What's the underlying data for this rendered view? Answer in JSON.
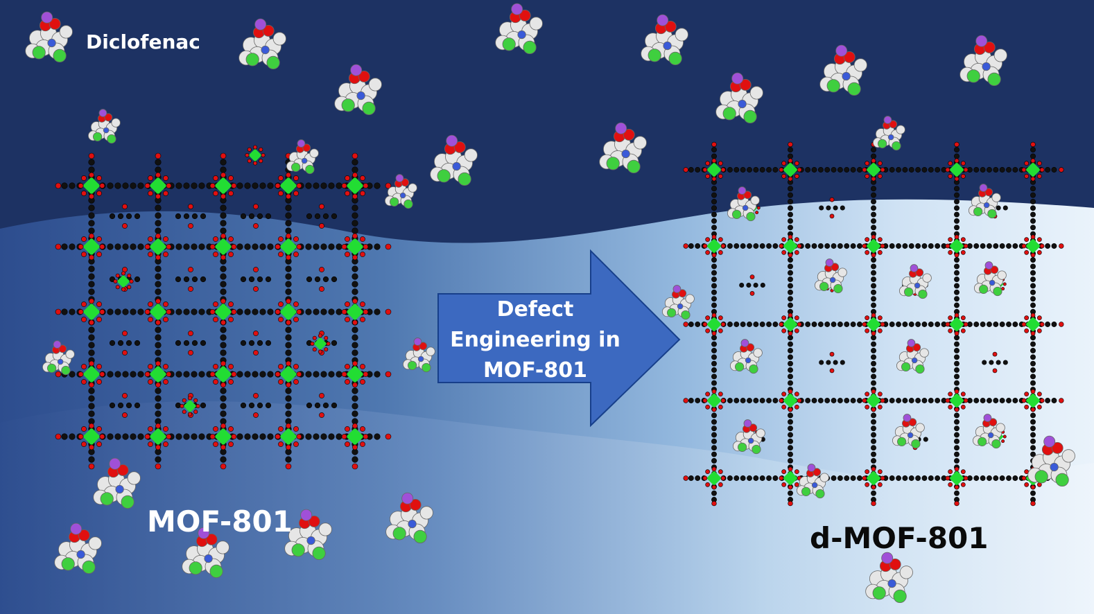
{
  "labels": {
    "drug": "Diclofenac",
    "mof": "MOF-801",
    "defective_mof": "d-MOF-801"
  },
  "arrow": {
    "lines": [
      "Defect",
      "Engineering in",
      "MOF-801"
    ]
  },
  "colors": {
    "background_dark": "#1d3263",
    "wave_mid": "#4f78b0",
    "wave_light": "#e2eef9",
    "arrow_fill": "#3c69c0",
    "zirconium_node": "#22dd33",
    "oxygen": "#e01010",
    "carbon": "#111111",
    "chlorine": "#3fcf3f",
    "nitrogen": "#3a5ad8",
    "sodium": "#a050d8",
    "hydrogen": "#e6e6e6"
  },
  "icons": {
    "framework": "mof-crystal-lattice",
    "molecule": "diclofenac-space-filling-molecule",
    "arrow": "right-arrow"
  }
}
